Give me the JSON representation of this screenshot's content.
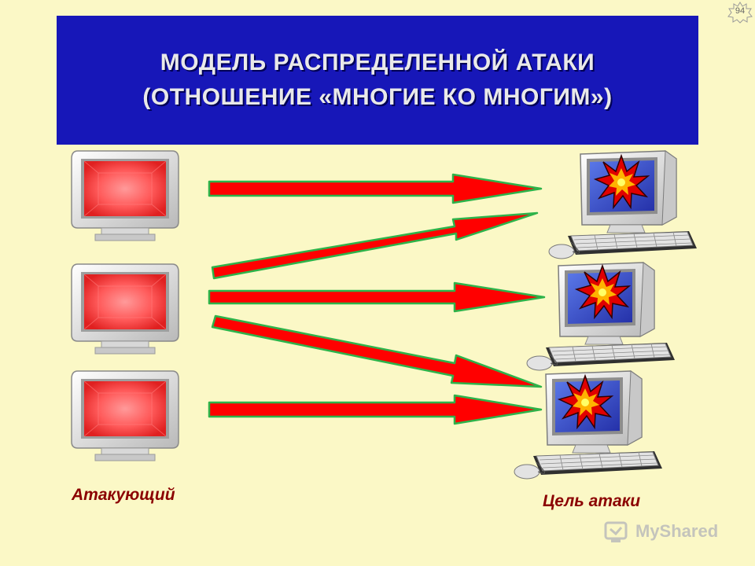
{
  "title": {
    "line1": "МОДЕЛЬ РАСПРЕДЕЛЕННОЙ АТАКИ",
    "line2": "(ОТНОШЕНИЕ «МНОГИЕ КО МНОГИМ»)"
  },
  "labels": {
    "attacker": "Атакующий",
    "target": "Цель атаки"
  },
  "page_number": "94",
  "watermark": "MyShared",
  "icons": {
    "attacker": "red-screen-monitor-icon",
    "target": "computer-with-explosion-icon",
    "arrow": "red-arrow-icon",
    "watermark": "myshared-logo-icon"
  },
  "colors": {
    "background": "#fbf8c6",
    "title_background": "#1717b8",
    "arrow_fill": "#ff0000",
    "arrow_outline": "#2db34a",
    "label_text": "#8b0000"
  }
}
